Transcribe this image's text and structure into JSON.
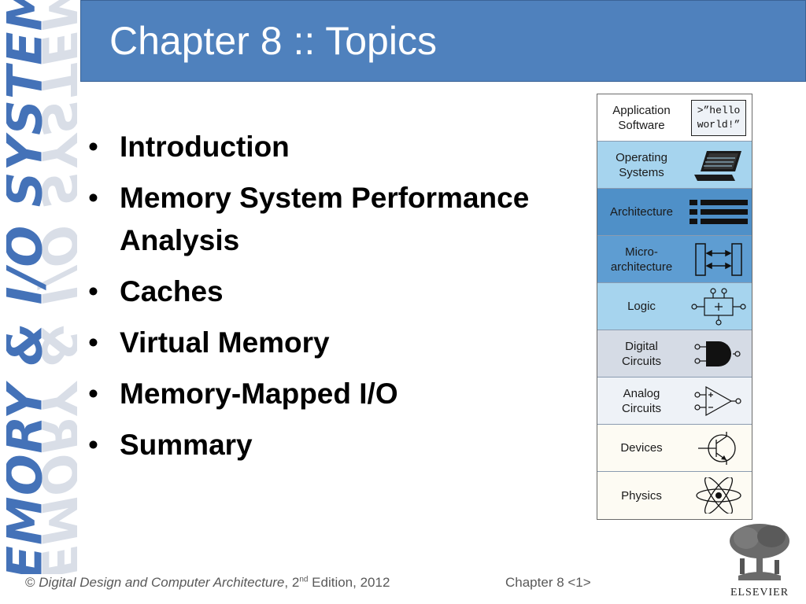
{
  "side_title": "MEMORY & I/O SYSTEMS",
  "header": {
    "title": "Chapter 8 :: Topics"
  },
  "bullets": [
    "Introduction",
    "Memory System Performance Analysis",
    "Caches",
    "Virtual Memory",
    "Memory-Mapped I/O",
    "Summary"
  ],
  "stack": {
    "layers": [
      {
        "label": "Application\nSoftware",
        "color": "#ffffff",
        "icon": "hello-world-box",
        "icon_text": ">”hello\nworld!”"
      },
      {
        "label": "Operating\nSystems",
        "color": "#a6d4ee",
        "icon": "laptop-icon"
      },
      {
        "label": "Architecture",
        "color": "#4f90c8",
        "icon": "instruction-bars-icon"
      },
      {
        "label": "Micro-\narchitecture",
        "color": "#5e9dd2",
        "icon": "datapath-icon"
      },
      {
        "label": "Logic",
        "color": "#a6d4ee",
        "icon": "adder-icon"
      },
      {
        "label": "Digital\nCircuits",
        "color": "#d5dbe5",
        "icon": "and-gate-icon"
      },
      {
        "label": "Analog\nCircuits",
        "color": "#eef2f7",
        "icon": "op-amp-icon"
      },
      {
        "label": "Devices",
        "color": "#fdfbf3",
        "icon": "transistor-icon"
      },
      {
        "label": "Physics",
        "color": "#fdfbf3",
        "icon": "atom-icon"
      }
    ]
  },
  "footer": {
    "copyright_symbol": "©",
    "book_title": "Digital Design and Computer Architecture",
    "edition_num": ", 2",
    "edition_sup": "nd",
    "edition_rest": " Edition, 2012",
    "page_label": "Chapter 8 <1>"
  },
  "logo": {
    "wordmark": "ELSEVIER"
  }
}
